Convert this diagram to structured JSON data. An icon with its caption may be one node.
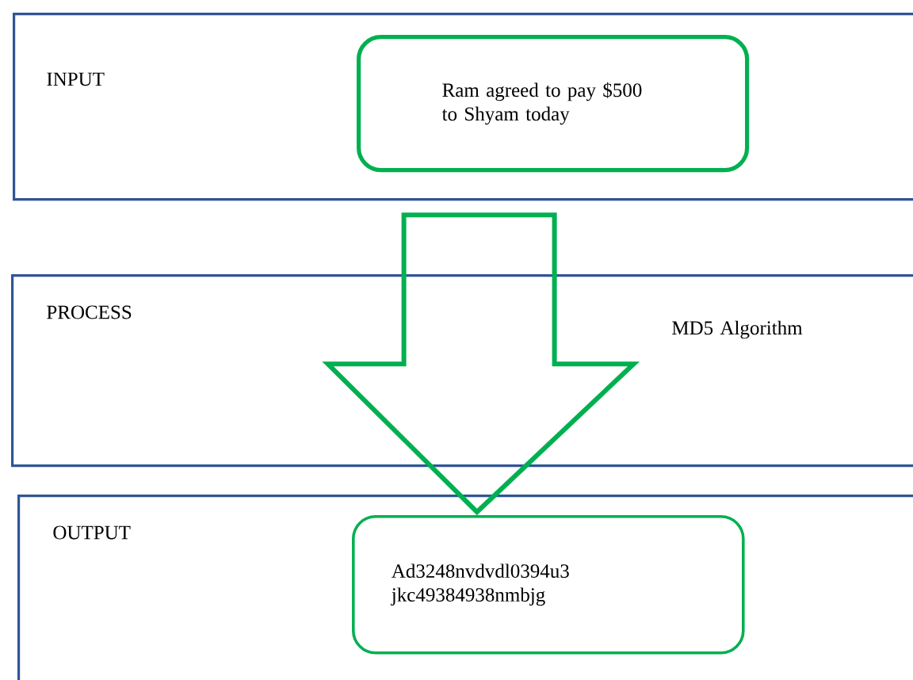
{
  "diagram": {
    "nodes": [
      {
        "text": [
          "INPUT"
        ]
      },
      {
        "text": [
          "Ram agreed to pay $500 to Shyam today"
        ],
        "in": 0
      },
      {
        "text": [
          "PROCESS",
          "MD5 Algorithm"
        ]
      },
      {
        "text": [
          "OUTPUT"
        ]
      },
      {
        "text": [
          "Ad3248nvdvdl0394u3 jkc49384938nmbjg"
        ],
        "in": 3
      }
    ],
    "edges": [
      {
        "from": 1,
        "to": 4,
        "arrow": "to"
      }
    ]
  }
}
